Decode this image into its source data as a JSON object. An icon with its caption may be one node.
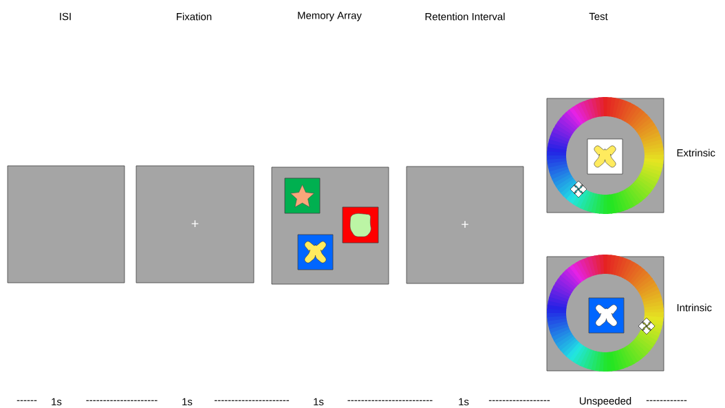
{
  "diagram": {
    "nodes": [
      {
        "text": [],
        "shape": "box"
      },
      {
        "text": [
          "+"
        ]
      },
      {
        "text": [],
        "shape": "box"
      },
      {
        "text": [],
        "shape": "box",
        "in": 2
      },
      {
        "text": [],
        "shape": "box",
        "in": 2
      },
      {
        "text": [],
        "shape": "box",
        "in": 2
      },
      {
        "text": [
          "+"
        ]
      },
      {
        "text": [],
        "shape": "box",
        "beside": [
          "Extrinsic"
        ]
      },
      {
        "text": [],
        "shape": "box",
        "in": 7
      },
      {
        "text": [],
        "shape": "box",
        "beside": [
          "Intrinsic"
        ]
      },
      {
        "text": [],
        "shape": "box",
        "in": 9
      }
    ],
    "labels": [
      "ISI",
      "Fixation",
      "Memory Array",
      "Retention Interval",
      "Test",
      "------",
      "1s",
      "---------------------",
      "1s",
      "----------------------",
      "1s",
      "-------------------------",
      "1s",
      "------------------",
      "Unspeeded",
      "------------"
    ]
  }
}
